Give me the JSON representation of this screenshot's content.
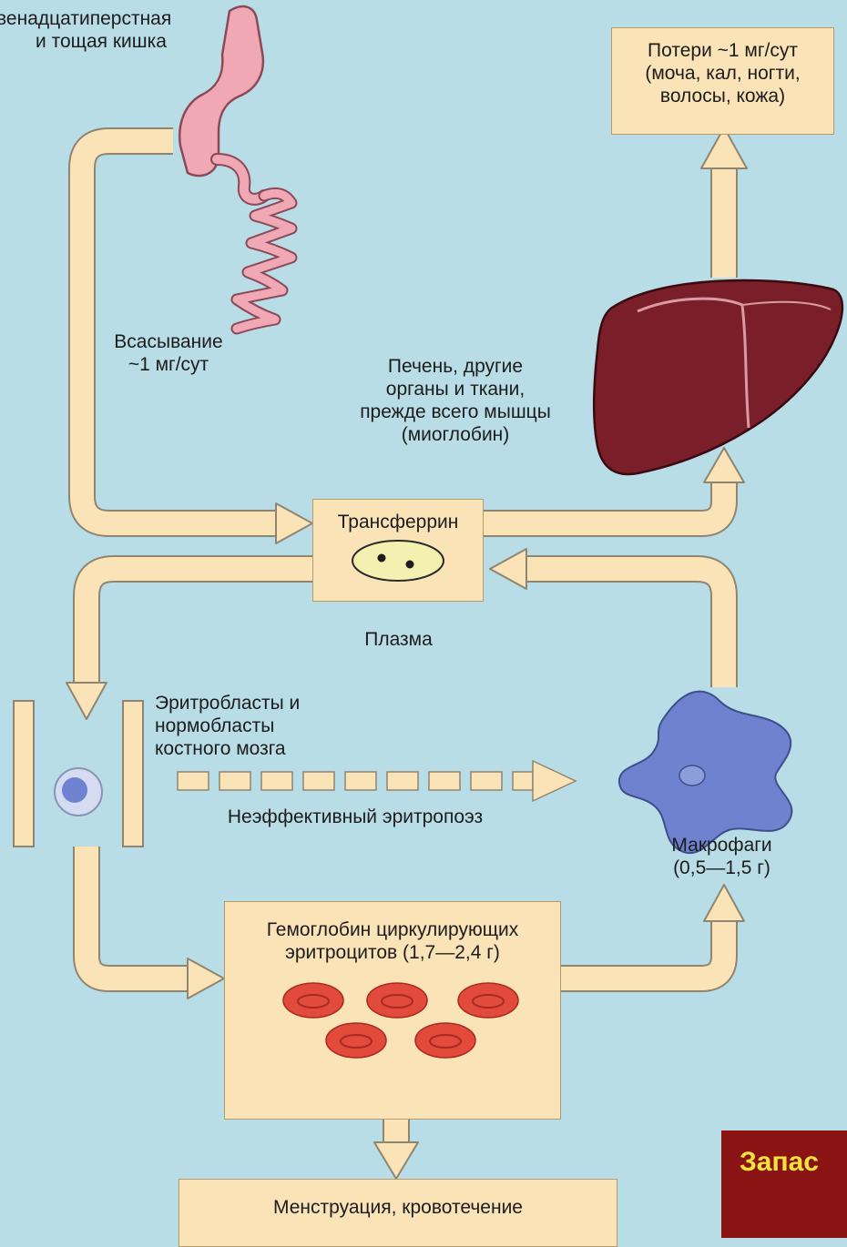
{
  "labels": {
    "intestine": "венадцатиперстная\nи тощая кишка",
    "absorption": "Всасывание\n~1 мг/сут",
    "losses": "Потери ~1 мг/сут\n(моча, кал, ногти,\nволосы, кожа)",
    "liver": "Печень, другие\nорганы и ткани,\nпрежде всего мышцы\n(миоглобин)",
    "transferrin": "Трансферрин",
    "plasma": "Плазма",
    "erythroblasts": "Эритробласты и\nнормобласты\nкостного мозга",
    "ineffective": "Неэффективный эритропоэз",
    "macrophages": "Макрофаги\n(0,5—1,5 г)",
    "hemoglobin": "Гемоглобин циркулирующих\nэритроцитов (1,7—2,4 г)",
    "menstruation": "Менструация, кровотечение",
    "corner": "Запас"
  },
  "colors": {
    "background": "#b9dde6",
    "box": "#fbe3b8",
    "arrow": "#fbe3b8",
    "organ": "#f0a8b4",
    "liver": "#7a1e2a",
    "macrophage": "#6f82cf",
    "erythrocyte": "#e24a3c",
    "corner_bg": "#8a1414",
    "corner_text": "#f5e23c"
  }
}
